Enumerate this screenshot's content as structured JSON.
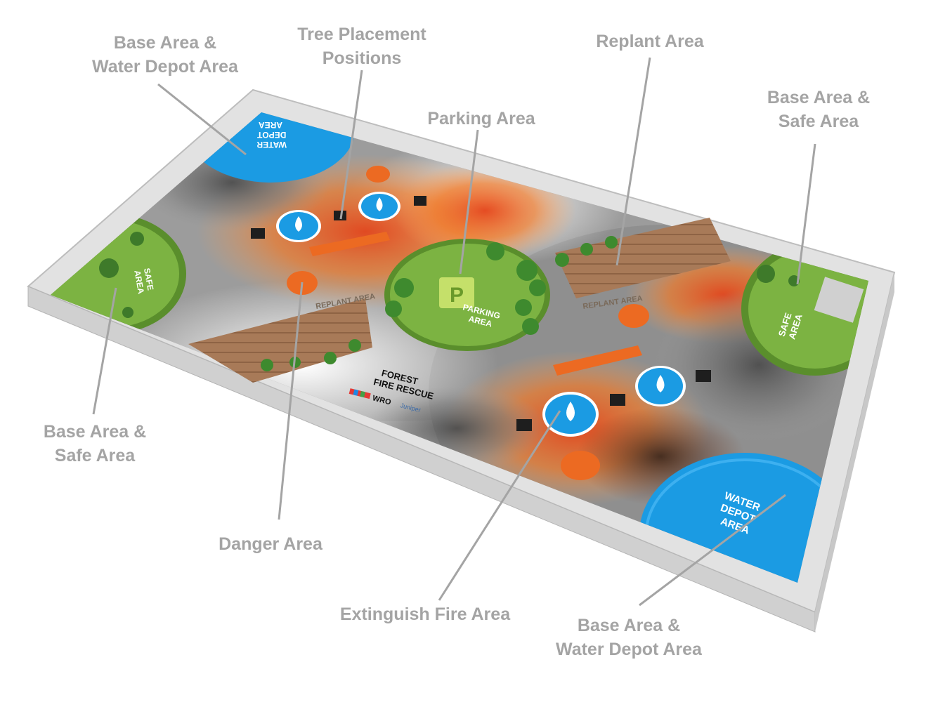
{
  "callouts": {
    "base_water_top_left": [
      "Base Area &",
      "Water Depot Area"
    ],
    "tree_placement": [
      "Tree Placement",
      "Positions"
    ],
    "replant": [
      "Replant Area"
    ],
    "base_safe_top_right": [
      "Base Area &",
      "Safe Area"
    ],
    "parking": [
      "Parking Area"
    ],
    "base_safe_bottom_left": [
      "Base Area &",
      "Safe Area"
    ],
    "danger": [
      "Danger Area"
    ],
    "extinguish": [
      "Extinguish Fire Area"
    ],
    "base_water_bottom_right": [
      "Base Area &",
      "Water Depot Area"
    ]
  },
  "mat_labels": {
    "water_depot": [
      "WATER",
      "DEPOT",
      "AREA"
    ],
    "safe": [
      "SAFE",
      "AREA"
    ],
    "parking_letter": "P",
    "parking": [
      "PARKING",
      "AREA"
    ],
    "replant": "REPLANT AREA",
    "logo_title": [
      "FOREST",
      "FIRE RESCUE"
    ],
    "logo_org": "WRO",
    "logo_sponsor": "Juniper"
  },
  "colors": {
    "callout_text": "#a4a4a4",
    "leader_line": "#a4a4a4",
    "water_blue": "#1b9be3",
    "grass_green": "#7cb342",
    "fire_orange": "#ec6a22",
    "soil_brown": "#a87a58",
    "parking_sign": "#c5e06a",
    "wall": "#f0f0f0"
  }
}
